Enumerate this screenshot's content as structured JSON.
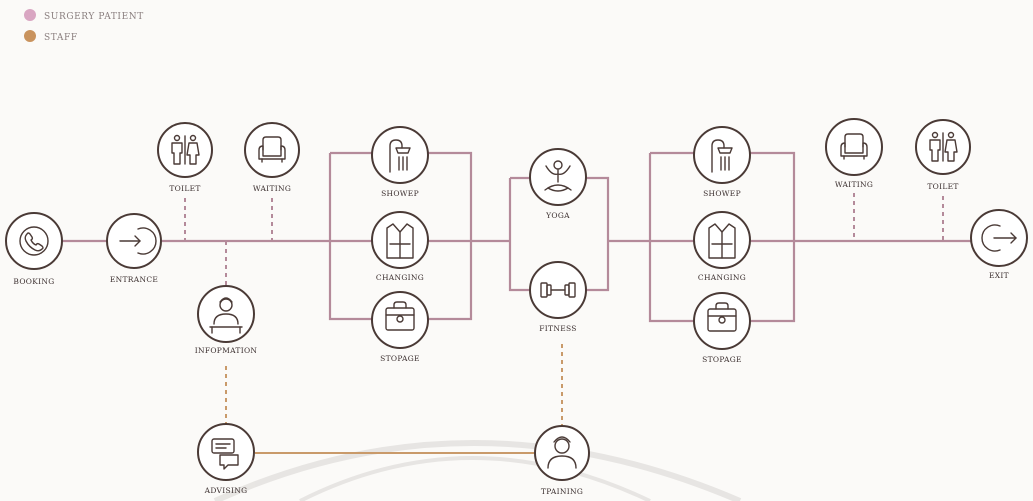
{
  "legend": [
    {
      "label": "SURGERY PATIENT",
      "color": "#d9a6c2"
    },
    {
      "label": "STAFF",
      "color": "#c9935e"
    }
  ],
  "colors": {
    "patient_line": "#b48a9a",
    "staff_line": "#c99a6a",
    "node_stroke": "#4a3a36",
    "watermark": "#d8d5d2"
  },
  "nodes": {
    "booking": {
      "label": "BOOKING",
      "icon": "phone-icon"
    },
    "entrance": {
      "label": "ENTRANCE",
      "icon": "enter-icon"
    },
    "toilet_1": {
      "label": "TOILET",
      "icon": "toilet-icon"
    },
    "waiting_1": {
      "label": "WAITING",
      "icon": "armchair-icon"
    },
    "information": {
      "label": "INFOPMATION",
      "icon": "receptionist-icon"
    },
    "advising": {
      "label": "ADVISING",
      "icon": "chat-icon"
    },
    "shower_1": {
      "label": "SHOWEP",
      "icon": "shower-icon"
    },
    "changing_1": {
      "label": "CHANGING",
      "icon": "robe-icon"
    },
    "storage_1": {
      "label": "STOPAGE",
      "icon": "locker-bag-icon"
    },
    "yoga": {
      "label": "YOGA",
      "icon": "yoga-icon"
    },
    "fitness": {
      "label": "FITNESS",
      "icon": "dumbbell-icon"
    },
    "training": {
      "label": "TPAINING",
      "icon": "trainer-icon"
    },
    "shower_2": {
      "label": "SHOWEP",
      "icon": "shower-icon"
    },
    "changing_2": {
      "label": "CHANGING",
      "icon": "robe-icon"
    },
    "storage_2": {
      "label": "STOPAGE",
      "icon": "locker-bag-icon"
    },
    "waiting_2": {
      "label": "WAITING",
      "icon": "armchair-icon"
    },
    "toilet_2": {
      "label": "TOILET",
      "icon": "toilet-icon"
    },
    "exit": {
      "label": "EXIT",
      "icon": "exit-icon"
    }
  }
}
